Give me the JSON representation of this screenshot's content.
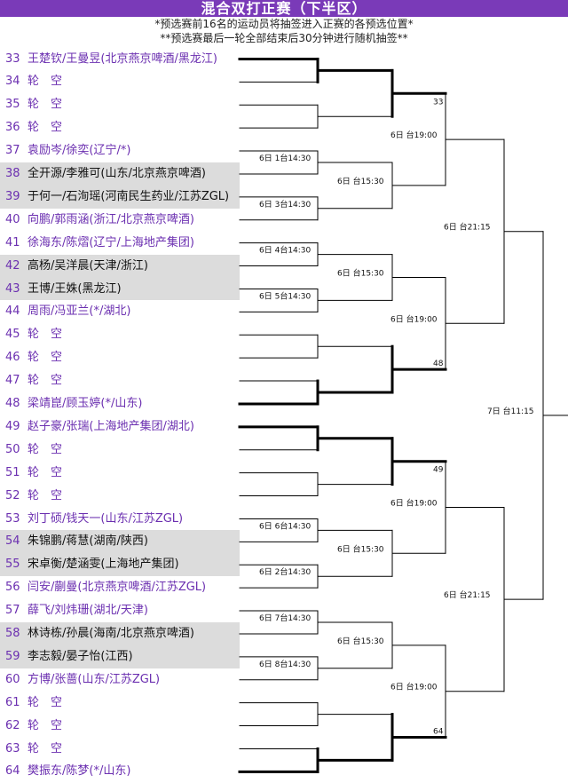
{
  "header": {
    "title": "混合双打正赛（下半区）",
    "note1": "*预选赛前16名的运动员将抽签进入正赛的各预选位置*",
    "note2": "**预选赛最后一轮全部结束后30分钟进行随机抽签**"
  },
  "colors": {
    "title_bg": "#7a3ab8",
    "entry_text": "#6b2fb0",
    "shaded_bg": "#dcdcdc"
  },
  "entries": [
    {
      "num": "33",
      "name": "王楚钦/王曼昱(北京燕京啤酒/黑龙江)",
      "shaded": false
    },
    {
      "num": "34",
      "name": "轮　空",
      "shaded": false
    },
    {
      "num": "35",
      "name": "轮　空",
      "shaded": false
    },
    {
      "num": "36",
      "name": "轮　空",
      "shaded": false
    },
    {
      "num": "37",
      "name": "袁励岑/徐奕(辽宁/*)",
      "shaded": false
    },
    {
      "num": "38",
      "name": "全开源/李雅可(山东/北京燕京啤酒)",
      "shaded": true
    },
    {
      "num": "39",
      "name": "于何一/石洵瑶(河南民生药业/江苏ZGL)",
      "shaded": true
    },
    {
      "num": "40",
      "name": "向鹏/郭雨涵(浙江/北京燕京啤酒)",
      "shaded": false
    },
    {
      "num": "41",
      "name": "徐海东/陈熠(辽宁/上海地产集团)",
      "shaded": false
    },
    {
      "num": "42",
      "name": "高杨/吴洋晨(天津/浙江)",
      "shaded": true
    },
    {
      "num": "43",
      "name": "王博/王姝(黑龙江)",
      "shaded": true
    },
    {
      "num": "44",
      "name": "周雨/冯亚兰(*/湖北)",
      "shaded": false
    },
    {
      "num": "45",
      "name": "轮　空",
      "shaded": false
    },
    {
      "num": "46",
      "name": "轮　空",
      "shaded": false
    },
    {
      "num": "47",
      "name": "轮　空",
      "shaded": false
    },
    {
      "num": "48",
      "name": "梁靖崑/顾玉婷(*/山东)",
      "shaded": false
    },
    {
      "num": "49",
      "name": "赵子豪/张瑞(上海地产集团/湖北)",
      "shaded": false
    },
    {
      "num": "50",
      "name": "轮　空",
      "shaded": false
    },
    {
      "num": "51",
      "name": "轮　空",
      "shaded": false
    },
    {
      "num": "52",
      "name": "轮　空",
      "shaded": false
    },
    {
      "num": "53",
      "name": "刘丁硕/钱天一(山东/江苏ZGL)",
      "shaded": false
    },
    {
      "num": "54",
      "name": "朱锦鹏/蒋慧(湖南/陕西)",
      "shaded": true
    },
    {
      "num": "55",
      "name": "宋卓衡/楚涵雯(上海地产集团)",
      "shaded": true
    },
    {
      "num": "56",
      "name": "闫安/蒯曼(北京燕京啤酒/江苏ZGL)",
      "shaded": false
    },
    {
      "num": "57",
      "name": "薛飞/刘炜珊(湖北/天津)",
      "shaded": false
    },
    {
      "num": "58",
      "name": "林诗栋/孙晨(海南/北京燕京啤酒)",
      "shaded": true
    },
    {
      "num": "59",
      "name": "李志毅/晏子怡(江西)",
      "shaded": true
    },
    {
      "num": "60",
      "name": "方博/张蔷(山东/江苏ZGL)",
      "shaded": false
    },
    {
      "num": "61",
      "name": "轮　空",
      "shaded": false
    },
    {
      "num": "62",
      "name": "轮　空",
      "shaded": false
    },
    {
      "num": "63",
      "name": "轮　空",
      "shaded": false
    },
    {
      "num": "64",
      "name": "樊振东/陈梦(*/山东)",
      "shaded": false
    }
  ],
  "r1_matches": [
    {
      "day": "6日",
      "slot": "1台14:30"
    },
    {
      "day": "6日",
      "slot": "3台14:30"
    },
    {
      "day": "6日",
      "slot": "4台14:30"
    },
    {
      "day": "6日",
      "slot": "5台14:30"
    },
    {
      "day": "6日",
      "slot": "6台14:30"
    },
    {
      "day": "6日",
      "slot": "2台14:30"
    },
    {
      "day": "6日",
      "slot": "7台14:30"
    },
    {
      "day": "6日",
      "slot": "8台14:30"
    }
  ],
  "r2_matches": [
    {
      "day": "6日",
      "slot": "台15:30"
    },
    {
      "day": "6日",
      "slot": "台15:30"
    },
    {
      "day": "6日",
      "slot": "台15:30"
    },
    {
      "day": "6日",
      "slot": "台15:30"
    }
  ],
  "r3_matches": [
    {
      "day": "6日",
      "slot": "台19:00"
    },
    {
      "day": "6日",
      "slot": "台19:00"
    },
    {
      "day": "6日",
      "slot": "台19:00"
    },
    {
      "day": "6日",
      "slot": "台19:00"
    }
  ],
  "r4_matches": [
    {
      "day": "6日",
      "slot": "台21:15"
    },
    {
      "day": "6日",
      "slot": "台21:15"
    }
  ],
  "r5_match": {
    "day": "7日",
    "slot": "台11:15"
  },
  "seed_labels": [
    "33",
    "48",
    "49",
    "64"
  ]
}
